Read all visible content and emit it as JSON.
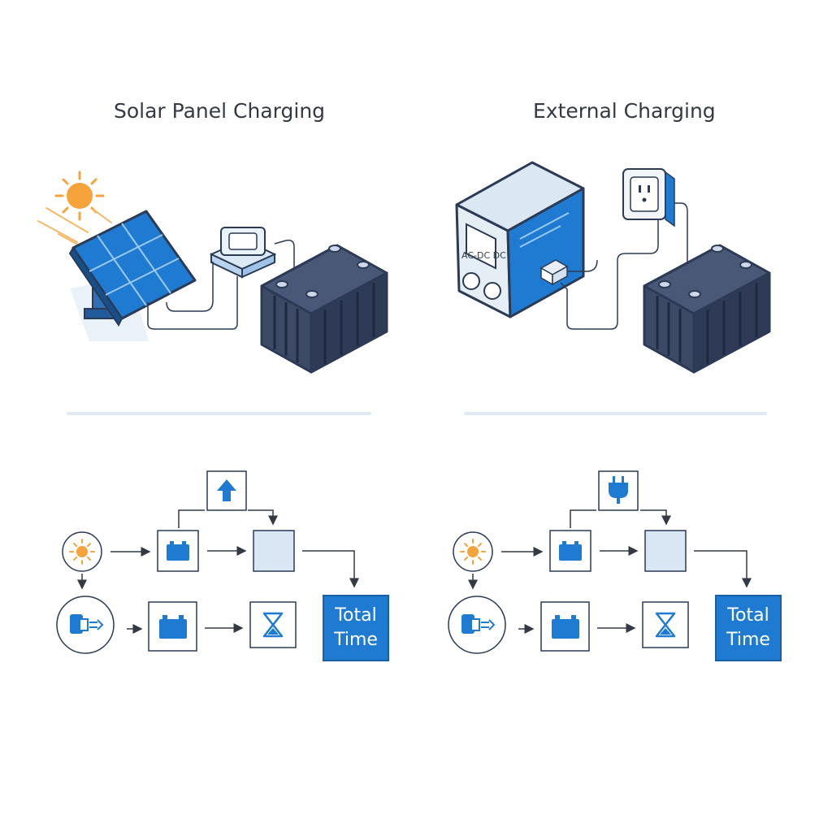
{
  "panels": {
    "left": {
      "title": "Solar Panel Charging",
      "total_label": [
        "Total",
        "Time"
      ]
    },
    "right": {
      "title": "External Charging",
      "device_label": "AC-DC DC",
      "total_label": [
        "Total",
        "Time"
      ]
    }
  },
  "icons": [
    "sun-icon",
    "solar-panel-icon",
    "charge-controller-icon",
    "battery-icon",
    "power-supply-icon",
    "wall-outlet-icon",
    "arrow-up-icon",
    "plug-icon",
    "adapter-icon",
    "hourglass-icon"
  ],
  "colors": {
    "accent_blue": "#1f7bd1",
    "sun_orange": "#f5a33a",
    "battery_navy": "#3d4a66",
    "outline": "#2b3a55"
  }
}
